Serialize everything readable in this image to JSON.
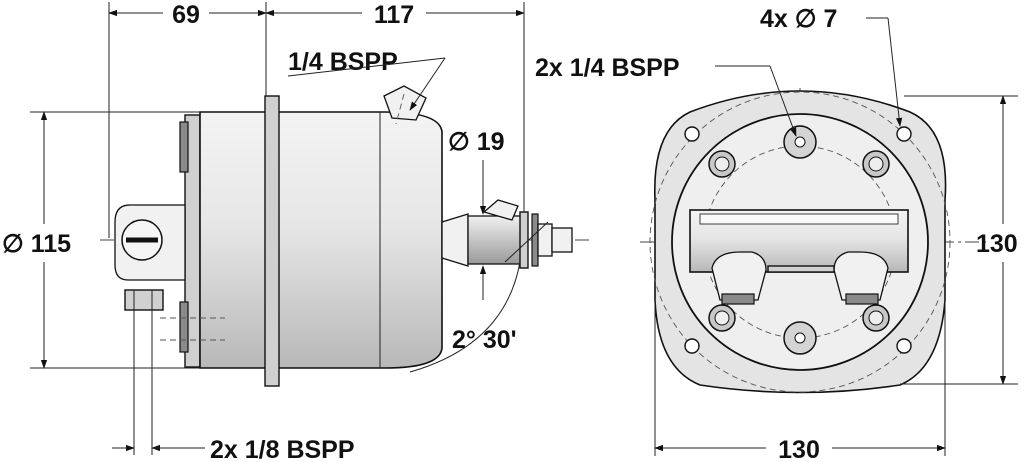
{
  "dimensions": {
    "side_left_length": "69",
    "side_total_length": "117",
    "body_diameter": "∅ 115",
    "shaft_diameter": "∅ 19",
    "tilt_angle": "2° 30'",
    "front_height": "130",
    "front_width": "130"
  },
  "ports": {
    "top_port": "1/4 BSPP",
    "bottom_ports": "2x 1/8 BSPP",
    "front_ports": "2x 1/4 BSPP",
    "mount_holes": "4x ∅ 7"
  },
  "colors": {
    "line": "#111111",
    "body": "#e4e4e4",
    "shade": "#d0d0d0"
  }
}
